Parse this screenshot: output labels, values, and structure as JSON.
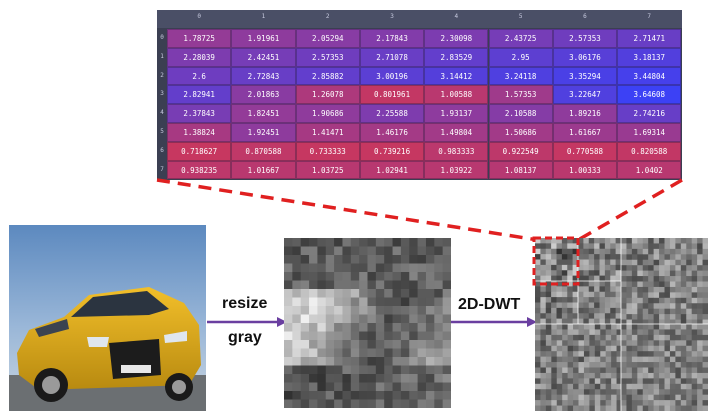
{
  "table": {
    "columns": [
      "0",
      "1",
      "2",
      "3",
      "4",
      "5",
      "6",
      "7"
    ],
    "rows": [
      "0",
      "1",
      "2",
      "3",
      "4",
      "5",
      "6",
      "7"
    ],
    "values": [
      [
        "1.78725",
        "1.91961",
        "2.05294",
        "2.17843",
        "2.30098",
        "2.43725",
        "2.57353",
        "2.71471"
      ],
      [
        "2.28039",
        "2.42451",
        "2.57353",
        "2.71078",
        "2.83529",
        "2.95",
        "3.06176",
        "3.18137"
      ],
      [
        "2.6",
        "2.72843",
        "2.85882",
        "3.00196",
        "3.14412",
        "3.24118",
        "3.35294",
        "3.44804"
      ],
      [
        "2.82941",
        "2.01863",
        "1.26078",
        "0.801961",
        "1.00588",
        "1.57353",
        "3.22647",
        "3.64608"
      ],
      [
        "2.37843",
        "1.82451",
        "1.90686",
        "2.25588",
        "1.93137",
        "2.10588",
        "1.89216",
        "2.74216"
      ],
      [
        "1.38824",
        "1.92451",
        "1.41471",
        "1.46176",
        "1.49804",
        "1.50686",
        "1.61667",
        "1.69314"
      ],
      [
        "0.718627",
        "0.870588",
        "0.733333",
        "0.739216",
        "0.983333",
        "0.922549",
        "0.770588",
        "0.820588"
      ],
      [
        "0.938235",
        "1.01667",
        "1.03725",
        "1.02941",
        "1.03922",
        "1.08137",
        "1.00333",
        "1.0402"
      ]
    ]
  },
  "labels": {
    "resize": "resize",
    "gray": "gray",
    "dwt": "2D-DWT"
  },
  "colors": {
    "arrow": "#6a3fa0",
    "dash": "#e02020"
  },
  "images": {
    "car": "car-photo",
    "gray": "grayscale-car",
    "dwt": "dwt-subbands"
  }
}
